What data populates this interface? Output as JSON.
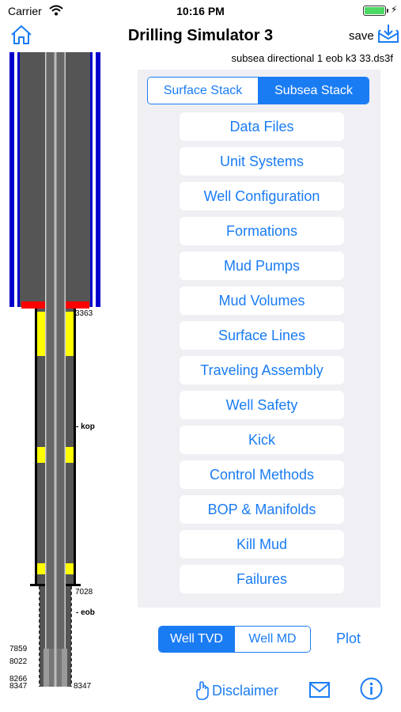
{
  "status_bar": {
    "carrier": "Carrier",
    "time": "10:16 PM"
  },
  "nav": {
    "title": "Drilling Simulator 3",
    "save_label": "save"
  },
  "file_name": "subsea directional 1 eob k3 33.ds3f",
  "stack_segment": {
    "options": [
      "Surface Stack",
      "Subsea Stack"
    ],
    "selected": "Subsea Stack"
  },
  "menu": [
    "Data Files",
    "Unit Systems",
    "Well Configuration",
    "Formations",
    "Mud Pumps",
    "Mud Volumes",
    "Surface Lines",
    "Traveling Assembly",
    "Well Safety",
    "Kick",
    "Control Methods",
    "BOP & Manifolds",
    "Kill Mud",
    "Failures"
  ],
  "well_view_segment": {
    "options": [
      "Well TVD",
      "Well MD"
    ],
    "selected": "Well TVD"
  },
  "plot_label": "Plot",
  "disclaimer_label": "Disclaimer",
  "well_labels": {
    "depth_3363": "3363",
    "kop": "- kop",
    "depth_7028": "7028",
    "eob": "- eob",
    "depth_7859": "7859",
    "depth_8022": "8022",
    "depth_8266": "8266",
    "depth_8347_left": "8347",
    "depth_8347_right": "8347"
  },
  "icons": {
    "home": "home-icon",
    "save": "save-tray-icon",
    "wifi": "wifi-icon",
    "disclaimer": "hand-icon",
    "mail": "mail-icon",
    "info": "info-icon"
  },
  "colors": {
    "accent": "#1a7cf3",
    "panel": "#efeff4",
    "riser": "#0000cc",
    "bop": "#ff0000",
    "centralizer": "#ffff00",
    "pipe": "#555555"
  }
}
